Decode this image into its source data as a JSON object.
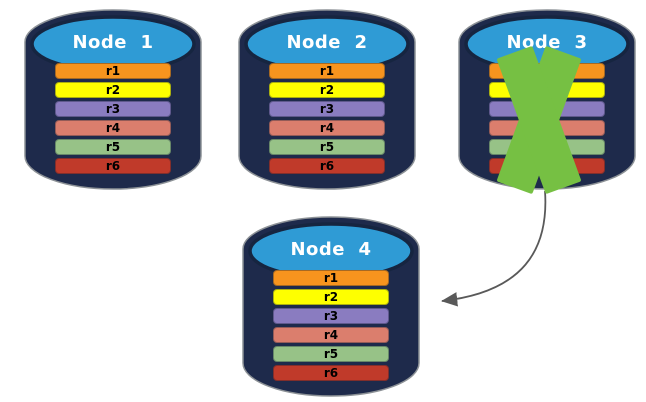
{
  "diagram": {
    "description": "Replication failover diagram: four database nodes each holding replicas r1-r6; Node 3 has failed and its data is replicated to Node 4",
    "nodes": [
      {
        "id": "node-1",
        "label": "Node  1",
        "failed": false
      },
      {
        "id": "node-2",
        "label": "Node  2",
        "failed": false
      },
      {
        "id": "node-3",
        "label": "Node  3",
        "failed": true
      },
      {
        "id": "node-4",
        "label": "Node  4",
        "failed": false
      }
    ],
    "rows": [
      {
        "id": "r1",
        "color": "#F7941E"
      },
      {
        "id": "r2",
        "color": "#FEFF00"
      },
      {
        "id": "r3",
        "color": "#8A7CC0"
      },
      {
        "id": "r4",
        "color": "#DB7E6D"
      },
      {
        "id": "r5",
        "color": "#97C287"
      },
      {
        "id": "r6",
        "color": "#C03A2A"
      }
    ],
    "arrow": {
      "from": "node-3",
      "to": "node-4"
    },
    "colors": {
      "cylinder_body": "#1E2A4B",
      "cylinder_top": "#2F9BD5",
      "cylinder_top_border": "#162540",
      "outline": "#8C9196",
      "node_label_text": "#FFFFFF",
      "row_text": "#000000",
      "x_mark": "#76C043",
      "arrow": "#595959",
      "background": "#FFFFFF"
    }
  }
}
